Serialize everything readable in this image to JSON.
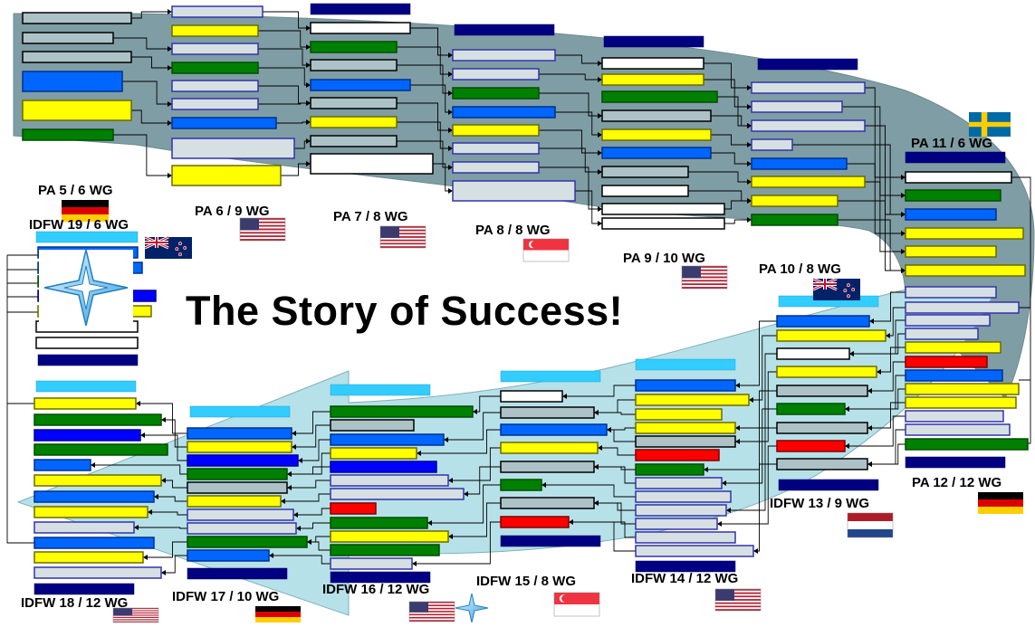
{
  "title": "The Story of Success!",
  "colors": {
    "header": "#000080",
    "header_light": "#33CCFF",
    "blue": "#0066FF",
    "bright_blue": "#0000FF",
    "yellow": "#FFFF00",
    "green": "#008000",
    "red": "#FF0000",
    "grey": "#ADC2C6",
    "light": "#D6E0E3",
    "white": "#FFFFFF",
    "dark_band": "#7F9DA4",
    "light_band": "#B7E1E8"
  },
  "nodes": [
    {
      "label": "PA 5 / 6 WG",
      "flag": "germany"
    },
    {
      "label": "PA 6 / 9 WG",
      "flag": "usa"
    },
    {
      "label": "PA 7 / 8 WG",
      "flag": "usa"
    },
    {
      "label": "PA 8 / 8 WG",
      "flag": "singapore"
    },
    {
      "label": "PA 9 / 10 WG",
      "flag": "usa"
    },
    {
      "label": "PA 10 / 8 WG",
      "flag": "new-zealand"
    },
    {
      "label": "PA 11 / 6 WG",
      "flag": "sweden"
    },
    {
      "label": "PA 12 / 12 WG",
      "flag": "germany"
    },
    {
      "label": "IDFW 13 / 9 WG",
      "flag": "netherlands"
    },
    {
      "label": "IDFW 14 / 12 WG",
      "flag": "usa"
    },
    {
      "label": "IDFW 15 / 8 WG",
      "flag": "singapore"
    },
    {
      "label": "IDFW 16 / 12 WG",
      "flag": "usa"
    },
    {
      "label": "IDFW 17 / 10 WG",
      "flag": "germany"
    },
    {
      "label": "IDFW 18 / 12 WG",
      "flag": "usa"
    },
    {
      "label": "IDFW 19 / 6 WG",
      "flag": "new-zealand"
    }
  ]
}
